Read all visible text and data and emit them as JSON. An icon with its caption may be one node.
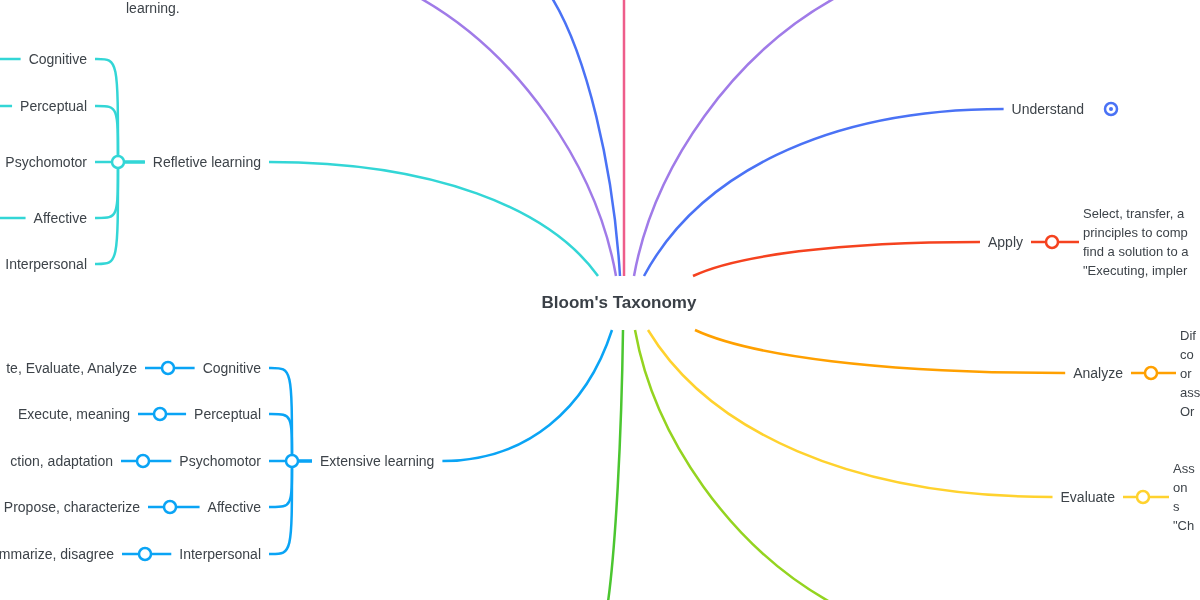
{
  "diagram": {
    "nodes": [
      {
        "text": [
          "Bloom's Taxonomy"
        ]
      },
      {
        "text": [
          "Refletive learning"
        ]
      },
      {
        "text": [
          "Cognitive"
        ]
      },
      {
        "text": [
          "Perceptual"
        ]
      },
      {
        "text": [
          "Psychomotor"
        ]
      },
      {
        "text": [
          "Affective"
        ]
      },
      {
        "text": [
          "Interpersonal"
        ]
      },
      {
        "text": [
          "Understand"
        ]
      },
      {
        "text": [
          "Apply"
        ]
      },
      {
        "text": [
          "Select, transfer, a principles to comp find a solution to a \"Executing, impler"
        ]
      },
      {
        "text": [
          "Analyze"
        ]
      },
      {
        "text": [
          "Dif co or ass Or"
        ]
      },
      {
        "text": [
          "Evaluate"
        ]
      },
      {
        "text": [
          "Ass on s \"Ch"
        ]
      },
      {
        "text": [
          "Extensive learning"
        ]
      },
      {
        "text": [
          "Cognitive"
        ]
      },
      {
        "text": [
          "Perceptual"
        ]
      },
      {
        "text": [
          "Psychomotor"
        ]
      },
      {
        "text": [
          "Affective"
        ]
      },
      {
        "text": [
          "Interpersonal"
        ]
      },
      {
        "text": [
          "te, Evaluate, Analyze"
        ]
      },
      {
        "text": [
          "Execute, meaning"
        ]
      },
      {
        "text": [
          "ction, adaptation"
        ]
      },
      {
        "text": [
          "Propose, characterize"
        ]
      },
      {
        "text": [
          "mmarize, disagree"
        ]
      }
    ],
    "edges": [
      {
        "from": 0,
        "to": 1,
        "arrow": "none",
        "color": "#33d6d6"
      },
      {
        "from": 1,
        "to": 2,
        "arrow": "none",
        "color": "#33d6d6"
      },
      {
        "from": 1,
        "to": 3,
        "arrow": "none",
        "color": "#33d6d6"
      },
      {
        "from": 1,
        "to": 4,
        "arrow": "none",
        "color": "#33d6d6"
      },
      {
        "from": 1,
        "to": 5,
        "arrow": "none",
        "color": "#33d6d6"
      },
      {
        "from": 1,
        "to": 6,
        "arrow": "none",
        "color": "#33d6d6"
      },
      {
        "from": 2,
        "to": null,
        "arrow": "none",
        "color": "#33d6d6"
      },
      {
        "from": 3,
        "to": null,
        "arrow": "none",
        "color": "#33d6d6"
      },
      {
        "from": 5,
        "to": null,
        "arrow": "none",
        "color": "#33d6d6"
      },
      {
        "from": 0,
        "to": null,
        "arrow": "none",
        "color": "#a07be8"
      },
      {
        "from": 0,
        "to": null,
        "arrow": "none",
        "color": "#4a72f5"
      },
      {
        "from": 0,
        "to": null,
        "arrow": "none",
        "color": "#ee5d8a"
      },
      {
        "from": 0,
        "to": null,
        "arrow": "none",
        "color": "#a07be8"
      },
      {
        "from": 0,
        "to": 7,
        "arrow": "none",
        "color": "#4a72f5"
      },
      {
        "from": 0,
        "to": 8,
        "arrow": "none",
        "color": "#f5421f"
      },
      {
        "from": 8,
        "to": 9,
        "arrow": "none",
        "color": "#f5421f"
      },
      {
        "from": 0,
        "to": 10,
        "arrow": "none",
        "color": "#ffa000"
      },
      {
        "from": 10,
        "to": 11,
        "arrow": "none",
        "color": "#ffa000"
      },
      {
        "from": 0,
        "to": 12,
        "arrow": "none",
        "color": "#ffd22e"
      },
      {
        "from": 12,
        "to": 13,
        "arrow": "none",
        "color": "#ffd22e"
      },
      {
        "from": 0,
        "to": null,
        "arrow": "none",
        "color": "#94d420"
      },
      {
        "from": 0,
        "to": null,
        "arrow": "none",
        "color": "#4bc630"
      },
      {
        "from": 0,
        "to": 14,
        "arrow": "none",
        "color": "#0aa4f5"
      },
      {
        "from": 14,
        "to": 15,
        "arrow": "none",
        "color": "#0aa4f5"
      },
      {
        "from": 14,
        "to": 16,
        "arrow": "none",
        "color": "#0aa4f5"
      },
      {
        "from": 14,
        "to": 17,
        "arrow": "none",
        "color": "#0aa4f5"
      },
      {
        "from": 14,
        "to": 18,
        "arrow": "none",
        "color": "#0aa4f5"
      },
      {
        "from": 14,
        "to": 19,
        "arrow": "none",
        "color": "#0aa4f5"
      },
      {
        "from": 15,
        "to": 20,
        "arrow": "none",
        "color": "#0aa4f5"
      },
      {
        "from": 16,
        "to": 21,
        "arrow": "none",
        "color": "#0aa4f5"
      },
      {
        "from": 17,
        "to": 22,
        "arrow": "none",
        "color": "#0aa4f5"
      },
      {
        "from": 18,
        "to": 23,
        "arrow": "none",
        "color": "#0aa4f5"
      },
      {
        "from": 19,
        "to": 24,
        "arrow": "none",
        "color": "#0aa4f5"
      }
    ],
    "labels": [
      "learning."
    ]
  }
}
